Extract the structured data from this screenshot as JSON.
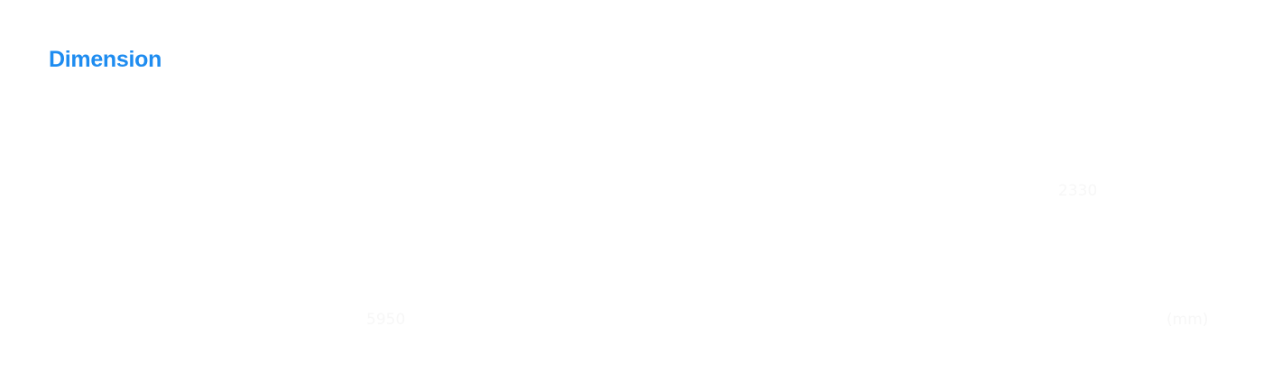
{
  "section": {
    "title": "Dimension"
  },
  "dimensions": {
    "height_value": "2330",
    "width_value": "5950",
    "unit_label": "(mm)"
  },
  "colors": {
    "title": "#1e8cf0",
    "label": "#f7f7f7",
    "background": "#ffffff"
  }
}
